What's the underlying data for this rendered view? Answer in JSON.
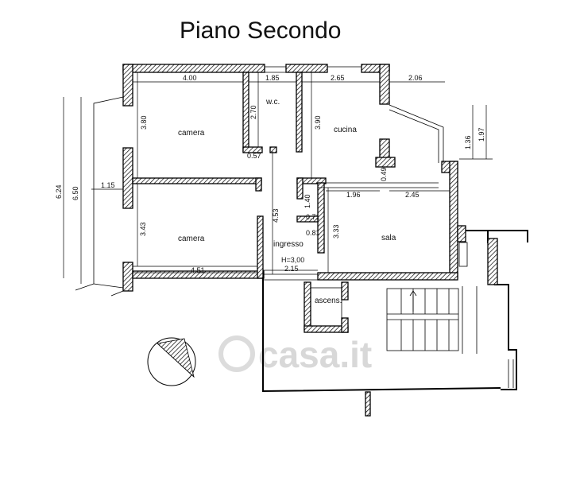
{
  "title": "Piano Secondo",
  "rooms": {
    "camera_top": "camera",
    "wc": "w.c.",
    "cucina": "cucina",
    "camera_bottom": "camera",
    "ingresso": "ingresso",
    "sala": "sala",
    "ascens": "ascens."
  },
  "dimensions": {
    "d400": "4.00",
    "d185": "1.85",
    "d265": "2.65",
    "d206": "2.06",
    "d270": "2.70",
    "d380": "3.80",
    "d390": "3.90",
    "d136": "1.36",
    "d197": "1.97",
    "d057": "0.57",
    "d049": "0.49",
    "d115": "1.15",
    "d196": "1.96",
    "d245": "2.45",
    "d624": "6.24",
    "d650": "6.50",
    "d140": "1.40",
    "d071": "0.71",
    "d343": "3.43",
    "d453": "4.53",
    "d333": "3.33",
    "d081": "0.81",
    "dH300": "H=3,00",
    "d215": "2.15",
    "d451": "4.51"
  },
  "watermark": "casa.it"
}
